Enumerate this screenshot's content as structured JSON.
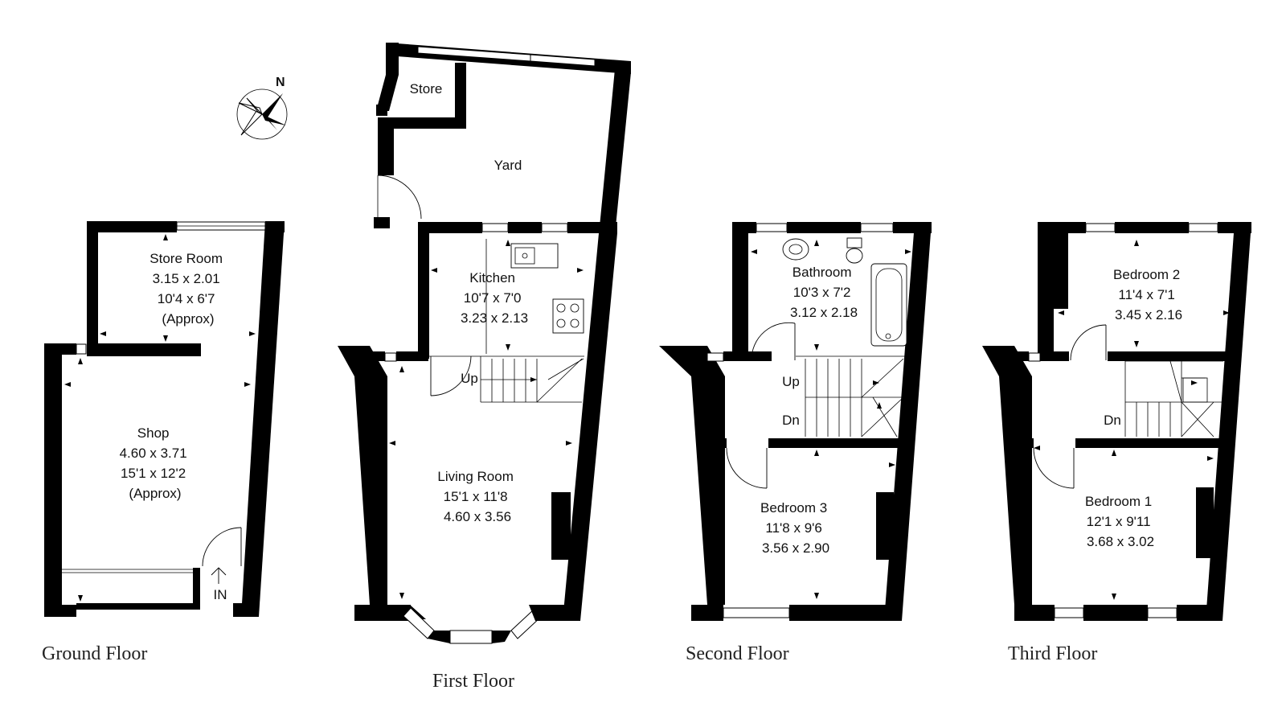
{
  "compass": {
    "label": "N",
    "icon": "compass-rose-icon"
  },
  "floors": [
    {
      "id": "ground",
      "label": "Ground Floor",
      "rooms": [
        {
          "id": "store-room",
          "lines": [
            "Store Room",
            "3.15 x 2.01",
            "10'4 x 6'7",
            "(Approx)"
          ]
        },
        {
          "id": "shop",
          "lines": [
            "Shop",
            "4.60 x 3.71",
            "15'1 x 12'2",
            "(Approx)"
          ]
        }
      ],
      "entrance": "IN"
    },
    {
      "id": "first",
      "label": "First Floor",
      "rooms": [
        {
          "id": "store",
          "lines": [
            "Store"
          ]
        },
        {
          "id": "yard",
          "lines": [
            "Yard"
          ]
        },
        {
          "id": "kitchen",
          "lines": [
            "Kitchen",
            "10'7 x 7'0",
            "3.23 x 2.13"
          ]
        },
        {
          "id": "living-room",
          "lines": [
            "Living Room",
            "15'1 x 11'8",
            "4.60 x 3.56"
          ]
        }
      ],
      "stairs": [
        "Up"
      ]
    },
    {
      "id": "second",
      "label": "Second Floor",
      "rooms": [
        {
          "id": "bathroom",
          "lines": [
            "Bathroom",
            "10'3 x 7'2",
            "3.12 x 2.18"
          ]
        },
        {
          "id": "bedroom-3",
          "lines": [
            "Bedroom 3",
            "11'8 x 9'6",
            "3.56 x 2.90"
          ]
        }
      ],
      "stairs": [
        "Up",
        "Dn"
      ]
    },
    {
      "id": "third",
      "label": "Third Floor",
      "rooms": [
        {
          "id": "bedroom-2",
          "lines": [
            "Bedroom 2",
            "11'4 x 7'1",
            "3.45 x 2.16"
          ]
        },
        {
          "id": "bedroom-1",
          "lines": [
            "Bedroom 1",
            "12'1 x 9'11",
            "3.68 x 3.02"
          ]
        }
      ],
      "stairs": [
        "Dn"
      ]
    }
  ]
}
